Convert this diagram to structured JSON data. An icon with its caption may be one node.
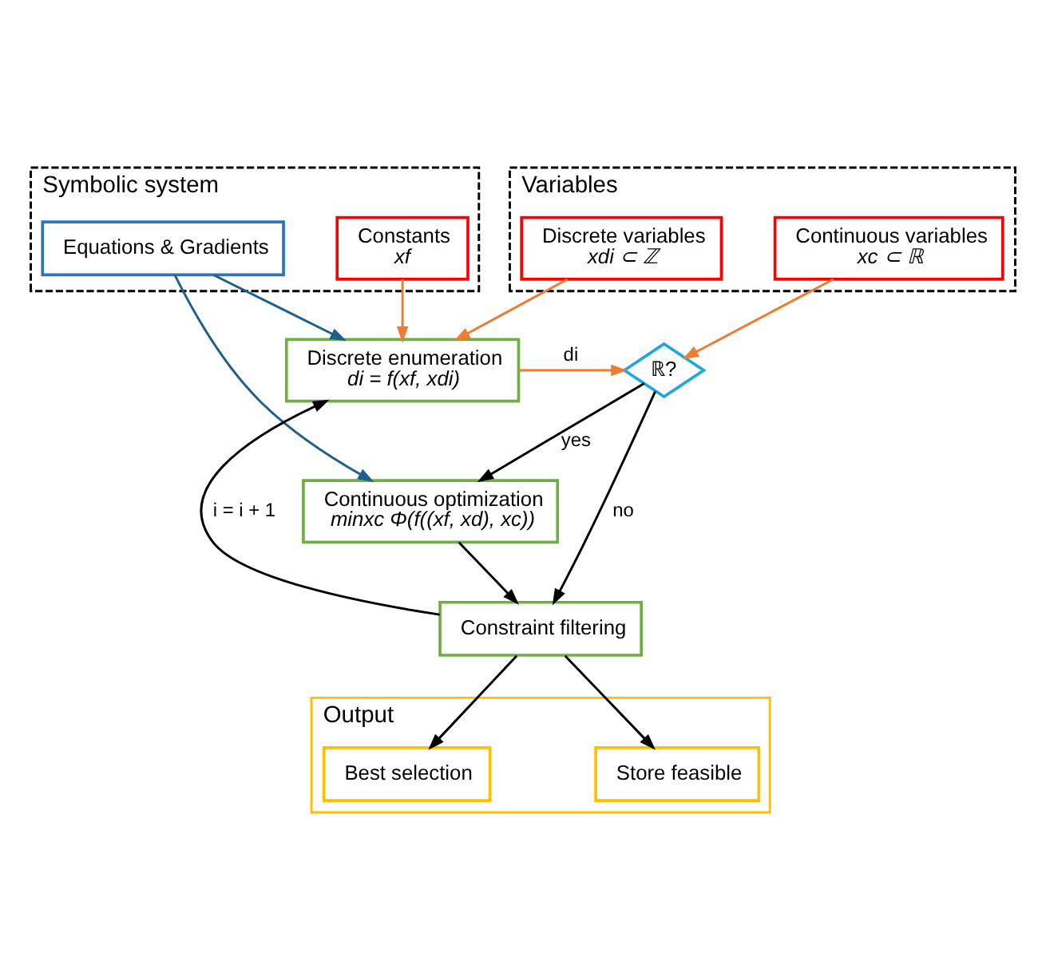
{
  "diagram": {
    "nodes": [
      {
        "text": [
          "Symbolic system"
        ]
      },
      {
        "text": [
          "Equations & Gradients"
        ],
        "in": 0
      },
      {
        "text": [
          "Constants",
          "xf"
        ],
        "in": 0
      },
      {
        "text": [
          "Variables"
        ]
      },
      {
        "text": [
          "Discrete variables",
          "xdi ⊂ ℤ"
        ],
        "in": 3
      },
      {
        "text": [
          "Continuous variables",
          "xc ⊂ ℝ"
        ],
        "in": 3
      },
      {
        "text": [
          "Discrete enumeration",
          "di = f(xf, xdi)"
        ]
      },
      {
        "text": [
          "ℝ?"
        ]
      },
      {
        "text": [
          "Continuous optimization",
          "minxc Φ(f((xf, xd), xc))"
        ]
      },
      {
        "text": [
          "Constraint filtering"
        ]
      },
      {
        "text": [
          "Output"
        ]
      },
      {
        "text": [
          "Best selection"
        ],
        "in": 10
      },
      {
        "text": [
          "Store feasible"
        ],
        "in": 10
      }
    ],
    "edges": [
      {
        "from": 1,
        "to": 6,
        "arrow": "to",
        "color": "#1f5f8b"
      },
      {
        "from": 1,
        "to": 8,
        "arrow": "to",
        "color": "#1f5f8b"
      },
      {
        "from": 2,
        "to": 6,
        "arrow": "to",
        "color": "#ed7d31"
      },
      {
        "from": 4,
        "to": 6,
        "arrow": "to",
        "color": "#ed7d31"
      },
      {
        "from": 5,
        "to": 7,
        "arrow": "to",
        "color": "#ed7d31"
      },
      {
        "from": 6,
        "to": 7,
        "arrow": "to",
        "label": "di",
        "color": "#ed7d31"
      },
      {
        "from": 7,
        "to": 8,
        "arrow": "to",
        "label": "yes"
      },
      {
        "from": 7,
        "to": 9,
        "arrow": "to",
        "label": "no"
      },
      {
        "from": 8,
        "to": 9,
        "arrow": "to"
      },
      {
        "from": 9,
        "to": 6,
        "arrow": "to",
        "label": "i = i + 1"
      },
      {
        "from": 9,
        "to": 11,
        "arrow": "to"
      },
      {
        "from": 9,
        "to": 12,
        "arrow": "to"
      }
    ]
  }
}
